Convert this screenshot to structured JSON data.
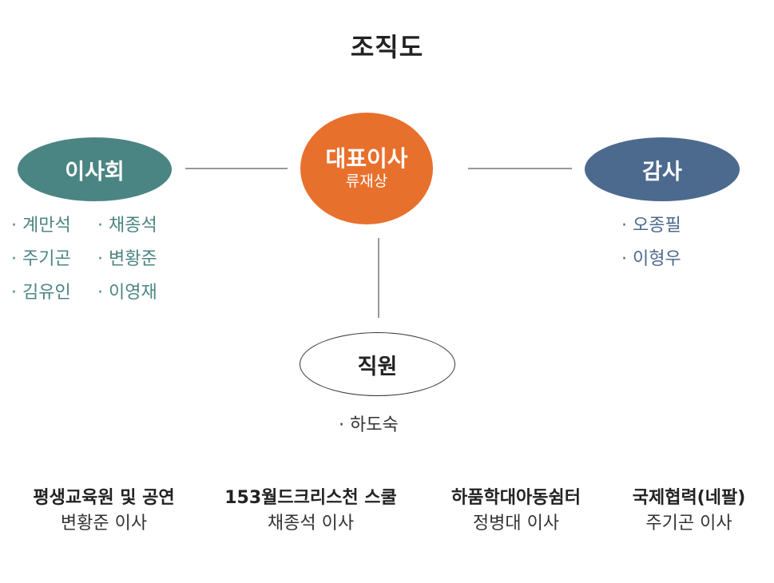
{
  "title": "조직도",
  "board": {
    "label": "이사회",
    "members_left": [
      "· 계만석",
      "· 주기곤",
      "· 김유인"
    ],
    "members_right": [
      "· 채종석",
      "· 변황준",
      "· 이영재"
    ]
  },
  "ceo": {
    "label": "대표이사",
    "name": "류재상"
  },
  "audit": {
    "label": "감사",
    "members": [
      "· 오종필",
      "· 이형우"
    ]
  },
  "staff": {
    "label": "직원",
    "members": [
      "· 하도숙"
    ]
  },
  "orgs": [
    {
      "name": "평생교육원 및 공연",
      "person": "변황준 이사"
    },
    {
      "name": "153월드크리스천 스쿨",
      "person": "채종석 이사"
    },
    {
      "name": "하품학대아동쉼터",
      "person": "정병대 이사"
    },
    {
      "name": "국제협력(네팔)",
      "person": "주기곤 이사"
    }
  ],
  "colors": {
    "board": "#4b8583",
    "ceo": "#e8702d",
    "audit": "#4c6a8e"
  }
}
